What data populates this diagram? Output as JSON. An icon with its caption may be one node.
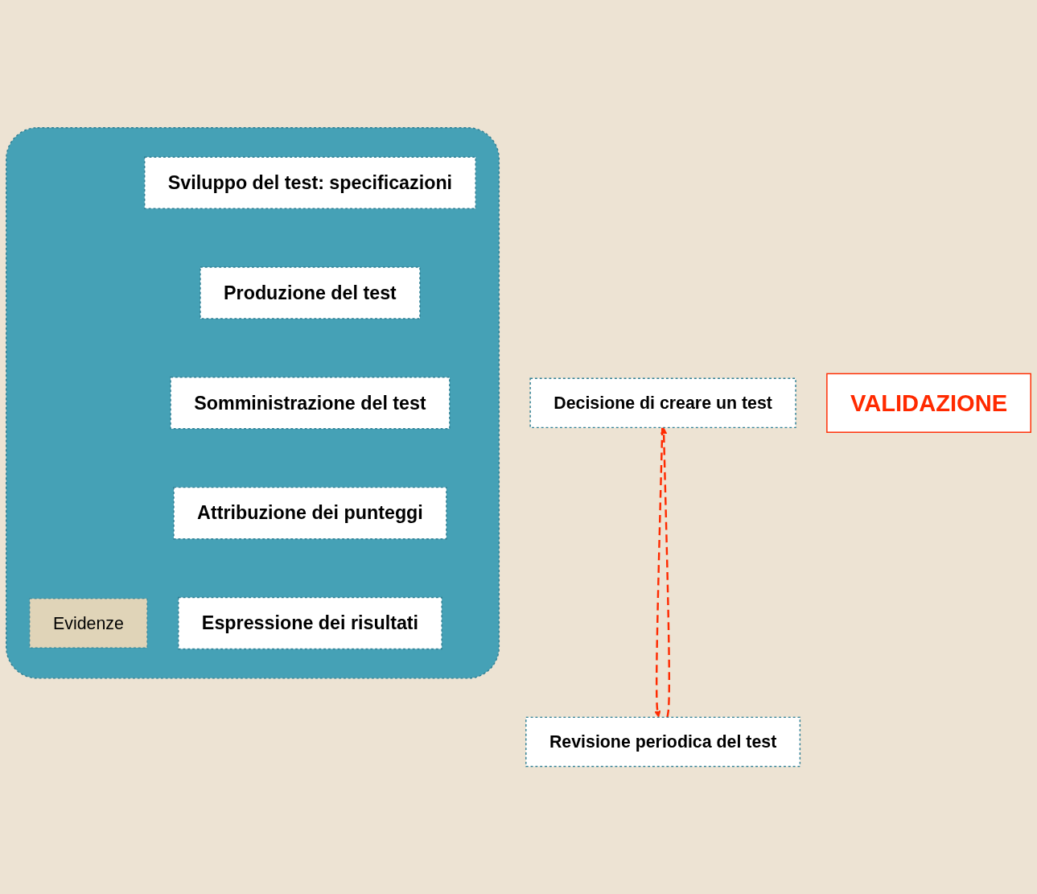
{
  "diagram": {
    "nodes": [
      {
        "text": [
          "Decisione di creare un test"
        ]
      },
      {
        "text": [],
        "shape": "box"
      },
      {
        "text": [
          "Evidenze"
        ],
        "in": 1
      },
      {
        "text": [
          "Sviluppo del test: specificazioni"
        ],
        "in": 1
      },
      {
        "text": [
          "Produzione del test"
        ],
        "in": 1
      },
      {
        "text": [
          "Somministrazione del test"
        ],
        "in": 1
      },
      {
        "text": [
          "Attribuzione dei punteggi"
        ],
        "in": 1
      },
      {
        "text": [
          "Espressione dei risultati"
        ],
        "in": 1
      },
      {
        "text": [
          "Revisione periodica del test"
        ]
      },
      {
        "text": [
          "VALIDAZIONE"
        ]
      }
    ],
    "edges": [
      {
        "from": 0,
        "to": 8,
        "arrow": "to",
        "style": "dashed",
        "color": "#ff2a00"
      },
      {
        "from": 8,
        "to": 0,
        "arrow": "to",
        "style": "dashed",
        "color": "#ff2a00"
      }
    ]
  }
}
